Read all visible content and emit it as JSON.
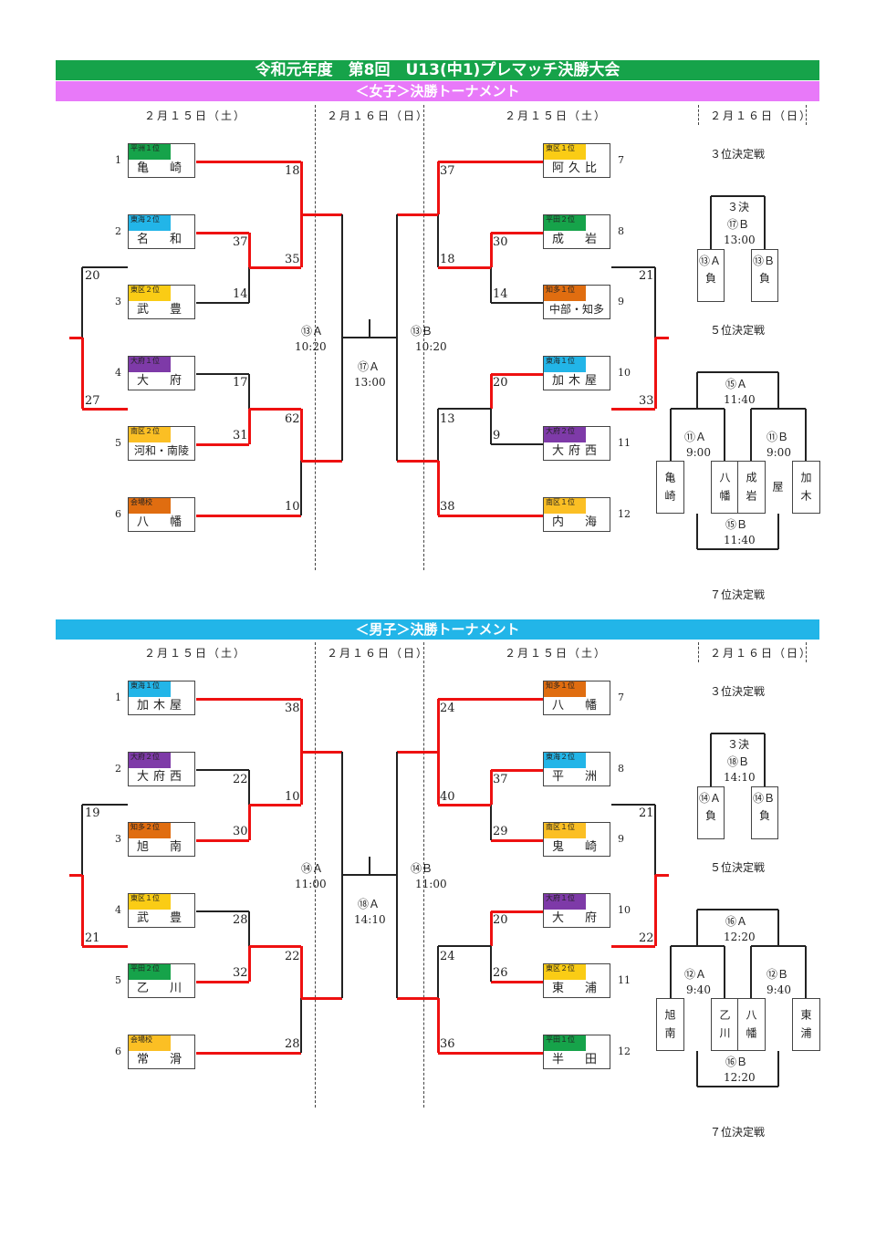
{
  "title": "令和元年度　第8回　U13(中1)プレマッチ決勝大会",
  "girls": {
    "header": "＜女子＞決勝トーナメント",
    "dates": [
      "２月１５日（土）",
      "２月１６日（日）",
      "２月１５日（土）",
      "２月１６日（日）"
    ],
    "teams": [
      {
        "seed": "1",
        "tag": "平洲１位",
        "tag_color": "#16a34a",
        "name": "亀　崎"
      },
      {
        "seed": "2",
        "tag": "東海２位",
        "tag_color": "#22b5e8",
        "name": "名　和"
      },
      {
        "seed": "3",
        "tag": "東区２位",
        "tag_color": "#facc15",
        "name": "武　豊"
      },
      {
        "seed": "4",
        "tag": "大府１位",
        "tag_color": "#7e3aa8",
        "name": "大　府"
      },
      {
        "seed": "5",
        "tag": "南区２位",
        "tag_color": "#fbbf24",
        "name": "河和・南陵"
      },
      {
        "seed": "6",
        "tag": "会場校",
        "tag_color": "#e06d10",
        "name": "八　幡"
      },
      {
        "seed": "7",
        "tag": "東区１位",
        "tag_color": "#facc15",
        "name": "阿久比"
      },
      {
        "seed": "8",
        "tag": "平田２位",
        "tag_color": "#16a34a",
        "name": "成　岩"
      },
      {
        "seed": "9",
        "tag": "知多１位",
        "tag_color": "#e06d10",
        "name": "中部・知多"
      },
      {
        "seed": "10",
        "tag": "東海１位",
        "tag_color": "#22b5e8",
        "name": "加木屋"
      },
      {
        "seed": "11",
        "tag": "大府２位",
        "tag_color": "#7e3aa8",
        "name": "大府西"
      },
      {
        "seed": "12",
        "tag": "南区１位",
        "tag_color": "#fbbf24",
        "name": "内　海"
      }
    ],
    "scores": [
      "18",
      "37",
      "14",
      "35",
      "20",
      "27",
      "17",
      "31",
      "62",
      "10",
      "37",
      "30",
      "18",
      "14",
      "21",
      "20",
      "9",
      "13",
      "33",
      "38"
    ],
    "matches": {
      "m13a": "⑬Ａ",
      "m13a_t": "10:20",
      "m13b": "⑬Ｂ",
      "m13b_t": "10:20",
      "m17": "⑰Ａ",
      "m17_t": "13:00"
    },
    "place3": {
      "label": "３位決定戦",
      "l1": "３決",
      "l2": "⑰Ｂ",
      "l3": "13:00",
      "left": [
        "⑬Ａ",
        "負"
      ],
      "right": [
        "⑬Ｂ",
        "負"
      ]
    },
    "place5": {
      "label": "５位決定戦",
      "top": "⑮Ａ",
      "top_t": "11:40",
      "la": "⑪Ａ",
      "la_t": "9:00",
      "ra": "⑪Ｂ",
      "ra_t": "9:00",
      "teams": [
        "亀崎",
        "八幡",
        "成岩",
        "加木屋"
      ],
      "bottom": "⑮Ｂ",
      "bottom_t": "11:40"
    },
    "place7": "７位決定戦"
  },
  "boys": {
    "header": "＜男子＞決勝トーナメント",
    "dates": [
      "２月１５日（土）",
      "２月１６日（日）",
      "２月１５日（土）",
      "２月１６日（日）"
    ],
    "teams": [
      {
        "seed": "1",
        "tag": "東海１位",
        "tag_color": "#22b5e8",
        "name": "加木屋"
      },
      {
        "seed": "2",
        "tag": "大府２位",
        "tag_color": "#7e3aa8",
        "name": "大府西"
      },
      {
        "seed": "3",
        "tag": "知多２位",
        "tag_color": "#e06d10",
        "name": "旭　南"
      },
      {
        "seed": "4",
        "tag": "東区１位",
        "tag_color": "#facc15",
        "name": "武　豊"
      },
      {
        "seed": "5",
        "tag": "平田２位",
        "tag_color": "#16a34a",
        "name": "乙　川"
      },
      {
        "seed": "6",
        "tag": "会場校",
        "tag_color": "#fbbf24",
        "name": "常　滑"
      },
      {
        "seed": "7",
        "tag": "知多１位",
        "tag_color": "#e06d10",
        "name": "八　幡"
      },
      {
        "seed": "8",
        "tag": "東海２位",
        "tag_color": "#22b5e8",
        "name": "平　洲"
      },
      {
        "seed": "9",
        "tag": "南区１位",
        "tag_color": "#fbbf24",
        "name": "鬼　崎"
      },
      {
        "seed": "10",
        "tag": "大府１位",
        "tag_color": "#7e3aa8",
        "name": "大　府"
      },
      {
        "seed": "11",
        "tag": "東区２位",
        "tag_color": "#facc15",
        "name": "東　浦"
      },
      {
        "seed": "12",
        "tag": "平田１位",
        "tag_color": "#16a34a",
        "name": "半　田"
      }
    ],
    "scores": [
      "38",
      "22",
      "30",
      "10",
      "19",
      "21",
      "28",
      "32",
      "22",
      "28",
      "24",
      "37",
      "40",
      "29",
      "21",
      "20",
      "26",
      "24",
      "22",
      "36"
    ],
    "matches": {
      "m13a": "⑭Ａ",
      "m13a_t": "11:00",
      "m13b": "⑭Ｂ",
      "m13b_t": "11:00",
      "m17": "⑱Ａ",
      "m17_t": "14:10"
    },
    "place3": {
      "label": "３位決定戦",
      "l1": "３決",
      "l2": "⑱Ｂ",
      "l3": "14:10",
      "left": [
        "⑭Ａ",
        "負"
      ],
      "right": [
        "⑭Ｂ",
        "負"
      ]
    },
    "place5": {
      "label": "５位決定戦",
      "top": "⑯Ａ",
      "top_t": "12:20",
      "la": "⑫Ａ",
      "la_t": "9:40",
      "ra": "⑫Ｂ",
      "ra_t": "9:40",
      "teams": [
        "旭南",
        "乙川",
        "八幡",
        "東浦"
      ],
      "bottom": "⑯Ｂ",
      "bottom_t": "12:20"
    },
    "place7": "７位決定戦"
  }
}
